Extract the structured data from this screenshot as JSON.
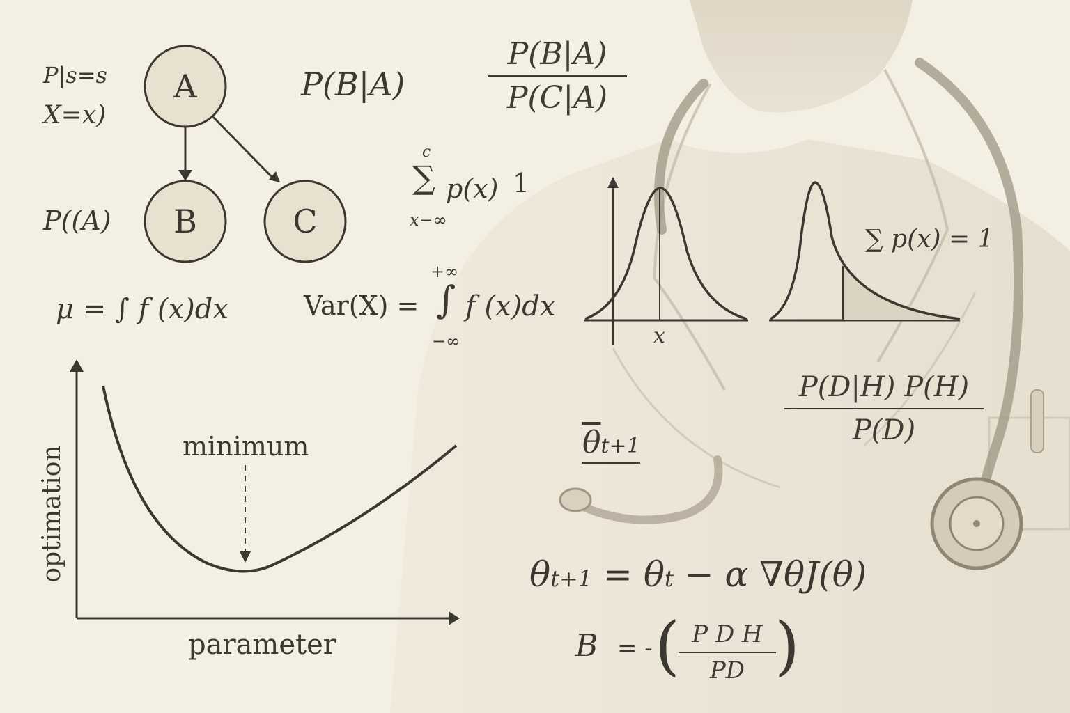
{
  "bayes_network": {
    "nodes": [
      {
        "id": "A",
        "label": "A"
      },
      {
        "id": "B",
        "label": "B"
      },
      {
        "id": "C",
        "label": "C"
      }
    ],
    "side_labels": {
      "top_line1": "P|s=s",
      "top_line2": "X=x)",
      "left_of_b": "P((A)"
    }
  },
  "formulas": {
    "p_b_given_a": "P(B|A)",
    "ratio_num": "P(B|A)",
    "ratio_den": "P(C|A)",
    "sum_top": "c",
    "sum_symbol": "∑",
    "sum_body": "p(x)",
    "sum_one": "1",
    "sum_bottom": "x−∞",
    "mean": "μ = ∫ f (x)dx",
    "var_lhs": "Var(X) =",
    "var_int_top": "+∞",
    "var_int_symbol": "∫",
    "var_int_bottom": "−∞",
    "var_body": "f (x)dx",
    "sum_p_eq_1": "∑ p(x) = 1",
    "posterior_num": "P(D|H) P(H)",
    "posterior_den": "P(D)",
    "theta_bar": "θ",
    "theta_bar_sub": "t+1",
    "gd_update": "θt+1 = θt − α ∇θJ(θ)",
    "gd_lhs": "θ",
    "gd_lhs_sub": "t+1",
    "gd_eq": " = θ",
    "gd_rhs_sub": "t",
    "gd_tail": " − α ∇θJ(θ)",
    "b_lhs": "B",
    "b_eq": "= -",
    "b_num": "P D H",
    "b_den": "PD"
  },
  "optimization_plot": {
    "ylabel": "optimation",
    "xlabel": "parameter",
    "annotation": "minimum"
  },
  "distribution_plot": {
    "axis_label": "x"
  },
  "colors": {
    "paper": "#f4efe3",
    "ink": "#3b3731",
    "node_fill": "#e9e1d0",
    "shade": "#dcd4c3"
  }
}
